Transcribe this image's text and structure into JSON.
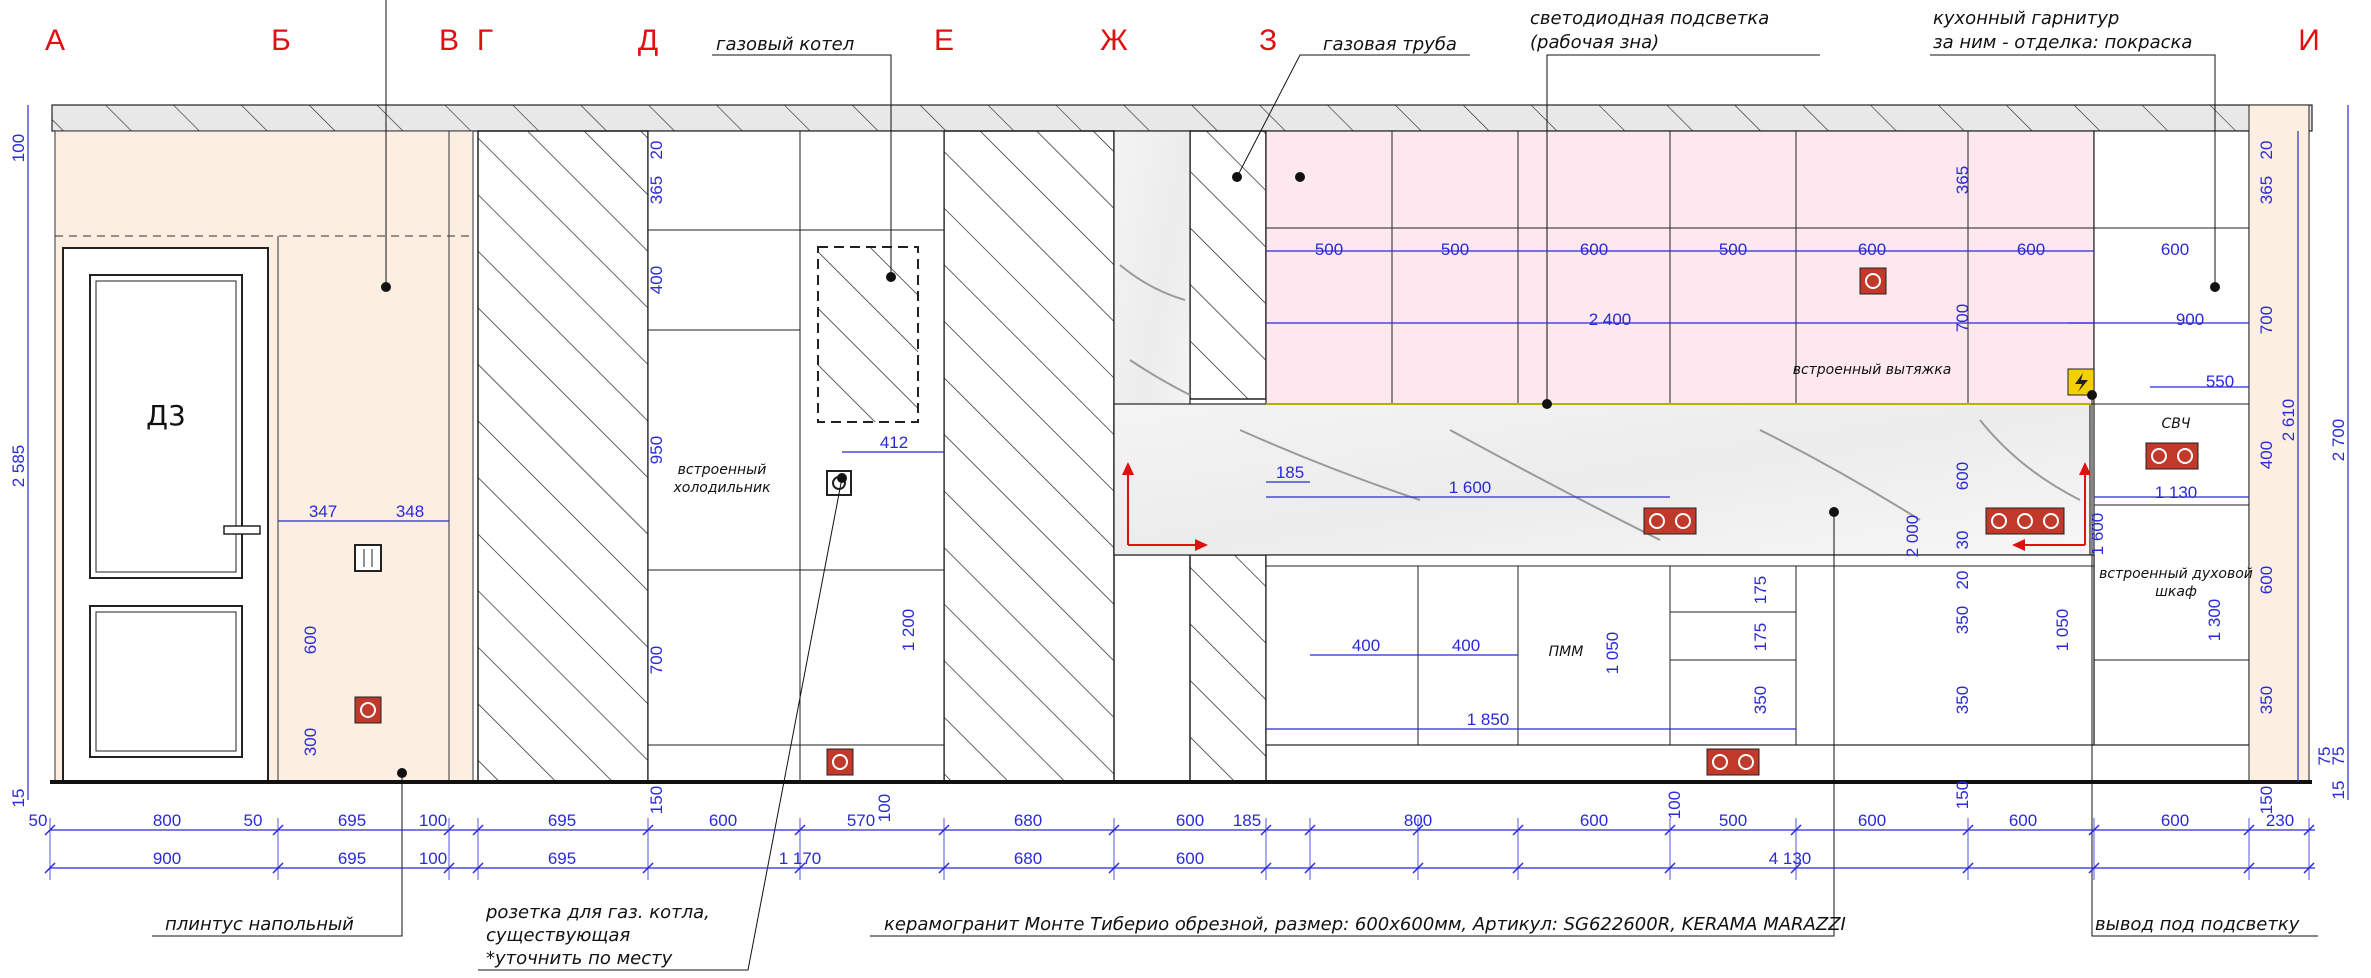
{
  "axes": [
    "А",
    "Б",
    "В",
    "Г",
    "Д",
    "Е",
    "Ж",
    "З",
    "И"
  ],
  "door_label": "Д3",
  "labels": {
    "gas_boiler": "газовый котел",
    "gas_pipe": "газовая труба",
    "led_line1": "светодиодная подсветка",
    "led_line2": "(рабочая зна)",
    "kitchen_line1": "кухонный гарнитур",
    "kitchen_line2": "за ним - отделка: покраска",
    "fridge_line1": "встроенный",
    "fridge_line2": "холодильник",
    "hood": "встроенный вытяжка",
    "microwave": "СВЧ",
    "oven_line1": "встроенный духовой",
    "oven_line2": "шкаф",
    "dishwasher": "ПММ",
    "baseboard": "плинтус напольный",
    "socket_line1": "розетка для газ. котла,",
    "socket_line2": "существующая",
    "socket_line3": "*уточнить по месту",
    "tile": "керамогранит Монте Тиберио обрезной, размер: 600х600мм, Артикул: SG622600R, KERAMA MARAZZI",
    "led_outlet": "вывод под подсветку"
  },
  "dims": {
    "row1": [
      "50",
      "800",
      "50",
      "695",
      "100",
      "695",
      "600",
      "570",
      "680",
      "600",
      "185",
      "800",
      "600",
      "500",
      "600",
      "600",
      "600",
      "230"
    ],
    "row2": [
      "900",
      "695",
      "100",
      "695",
      "1 170",
      "680",
      "600",
      "4 130"
    ],
    "left_vertical": [
      "100",
      "2 585",
      "15"
    ],
    "right_vertical": [
      "2 610",
      "2 700",
      "75",
      "15"
    ],
    "upper_widths": [
      "500",
      "500",
      "600",
      "500",
      "600",
      "600",
      "600"
    ],
    "span_2400": "2 400",
    "span_1600": "1 600",
    "span_1850": "1 850",
    "span_412": "412",
    "span_185": "185",
    "span_347": "347",
    "span_348": "348",
    "span_900": "900",
    "span_550": "550",
    "span_1130": "1 130",
    "base_400a": "400",
    "base_400b": "400",
    "fridge_col": [
      "20",
      "365",
      "400",
      "950",
      "700",
      "150"
    ],
    "right_col": [
      "20",
      "365",
      "700",
      "400",
      "600",
      "350",
      "75",
      "150"
    ],
    "misc_v": [
      "600",
      "300",
      "1 200",
      "100",
      "1 050",
      "100",
      "2 000",
      "600",
      "30",
      "20",
      "350",
      "350",
      "150",
      "1 050",
      "1 600",
      "1 300",
      "175",
      "175",
      "350",
      "365",
      "700"
    ]
  },
  "colors": {
    "axis_red": "#e01010",
    "dim_blue": "#2a2ad8",
    "wall_peach": "#fdeee2",
    "cabinet_pink": "#fde8ef",
    "socket_red": "#c0392b",
    "switch_yellow": "#f5d000"
  }
}
